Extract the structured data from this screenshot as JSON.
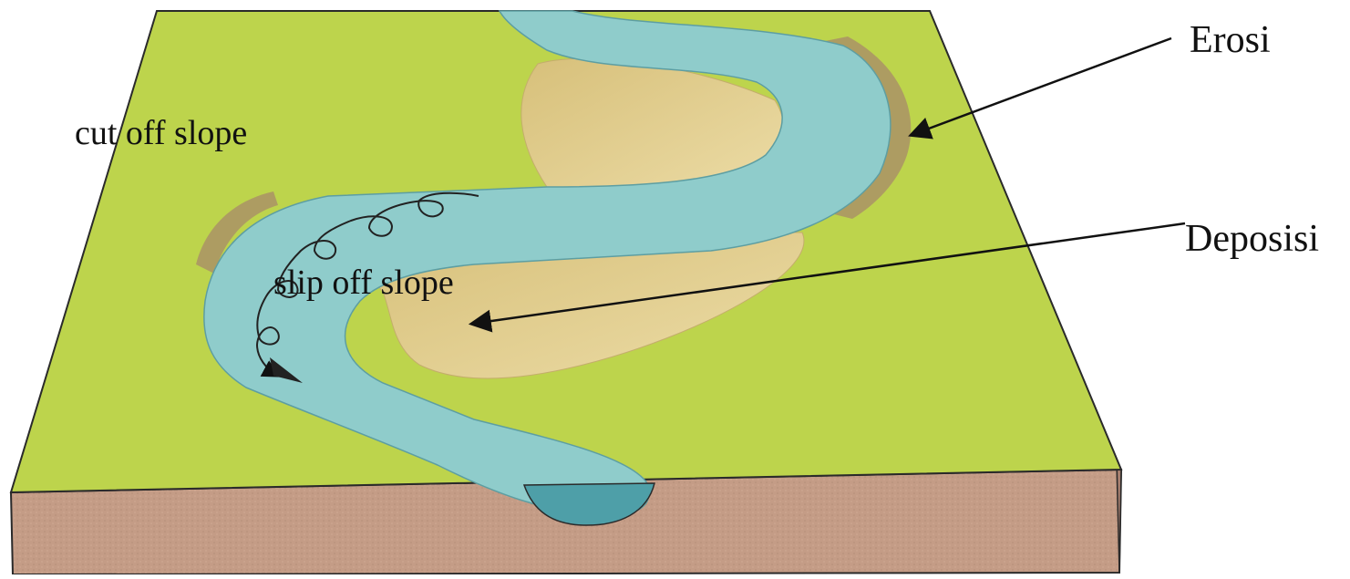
{
  "labels": {
    "cut_off_slope": "cut off slope",
    "slip_off_slope": "slip off slope",
    "erosi": "Erosi",
    "deposisi": "Deposisi"
  },
  "colors": {
    "grass": "#bdd44c",
    "grass_dark": "#9fba3a",
    "soil": "#c49c86",
    "soil_dark": "#a88070",
    "sand": "#e0cd8e",
    "water": "#8fcccb",
    "water_deep": "#4e9fa8",
    "outline": "#2a2a2a",
    "text": "#111111"
  },
  "icons": {
    "helical_flow": "spiral-arrow",
    "pointer": "arrow"
  }
}
